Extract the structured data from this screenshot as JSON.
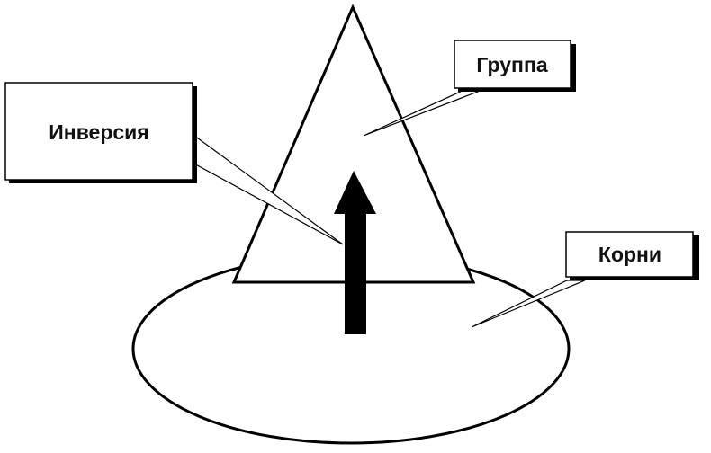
{
  "diagram": {
    "labels": {
      "group": "Группа",
      "inversion": "Инверсия",
      "roots": "Корни"
    },
    "colors": {
      "stroke": "#000000",
      "fill": "#ffffff",
      "arrow": "#000000",
      "text": "#111111"
    }
  }
}
